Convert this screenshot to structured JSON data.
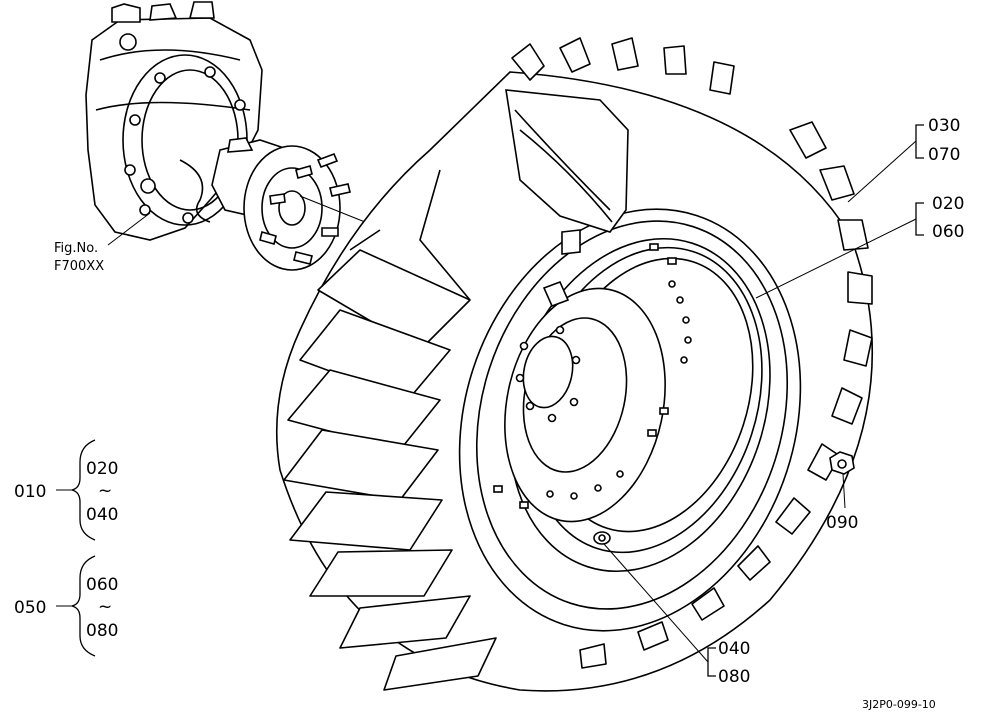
{
  "labels": {
    "fig_ref_1": "Fig.No.",
    "fig_ref_2": "F700XX",
    "p030": "030",
    "p070": "070",
    "p020": "020",
    "p060": "060",
    "p090": "090",
    "p040": "040",
    "p080": "080",
    "g010": "010",
    "g010_from": "020",
    "g010_tilde": "~",
    "g010_to": "040",
    "g050": "050",
    "g050_from": "060",
    "g050_tilde": "~",
    "g050_to": "080",
    "drawing_code": "3J2P0-099-10"
  }
}
